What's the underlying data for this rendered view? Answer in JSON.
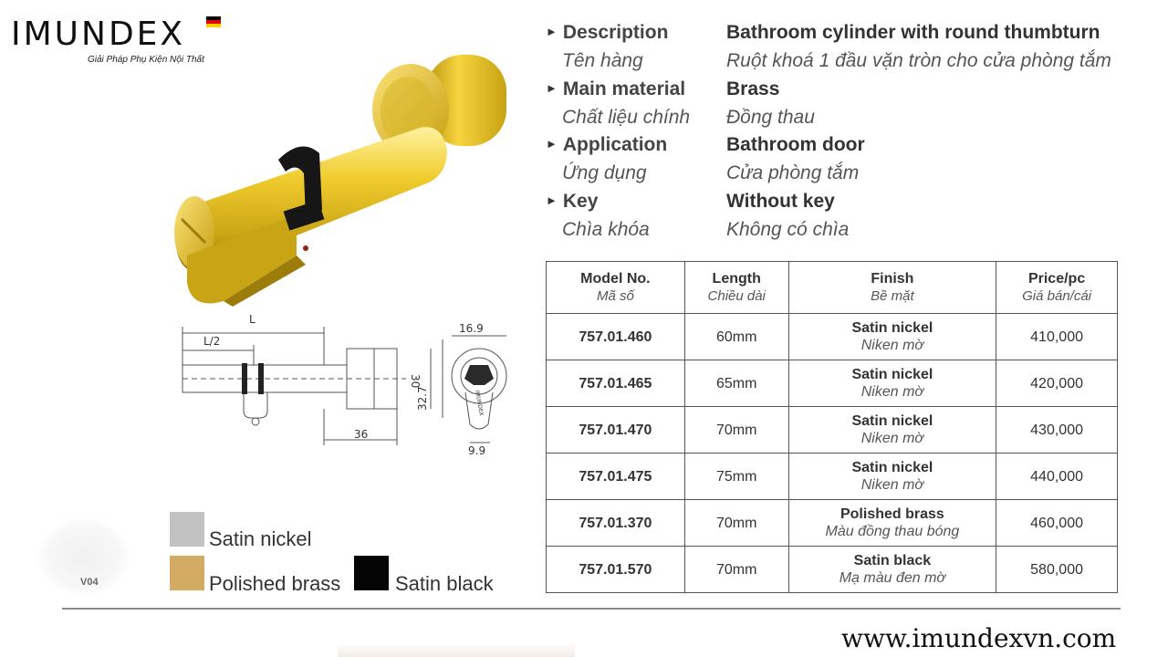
{
  "brand": {
    "name": "IMUNDEX",
    "tagline": "Giải Pháp Phụ Kiện Nội Thất",
    "flag_colors": [
      "#000000",
      "#dd0000",
      "#ffce00"
    ]
  },
  "specs": [
    {
      "key_en": "Description",
      "key_vi": "Tên hàng",
      "val_en": "Bathroom cylinder with round thumbturn",
      "val_vi": "Ruột khoá 1 đầu vặn tròn cho cửa phòng tắm"
    },
    {
      "key_en": "Main material",
      "key_vi": "Chất liệu chính",
      "val_en": "Brass",
      "val_vi": "Đồng thau"
    },
    {
      "key_en": "Application",
      "key_vi": "Ứng dụng",
      "val_en": "Bathroom door",
      "val_vi": "Cửa phòng tắm"
    },
    {
      "key_en": "Key",
      "key_vi": "Chìa khóa",
      "val_en": "Without key",
      "val_vi": "Không có chìa"
    }
  ],
  "table": {
    "headers": [
      {
        "en": "Model No.",
        "vi": "Mã số"
      },
      {
        "en": "Length",
        "vi": "Chiều dài"
      },
      {
        "en": "Finish",
        "vi": "Bề mặt"
      },
      {
        "en": "Price/pc",
        "vi": "Giá bán/cái"
      }
    ],
    "rows": [
      {
        "model": "757.01.460",
        "length": "60mm",
        "finish_en": "Satin nickel",
        "finish_vi": "Niken mờ",
        "price": "410,000"
      },
      {
        "model": "757.01.465",
        "length": "65mm",
        "finish_en": "Satin nickel",
        "finish_vi": "Niken mờ",
        "price": "420,000"
      },
      {
        "model": "757.01.470",
        "length": "70mm",
        "finish_en": "Satin nickel",
        "finish_vi": "Niken mờ",
        "price": "430,000"
      },
      {
        "model": "757.01.475",
        "length": "75mm",
        "finish_en": "Satin nickel",
        "finish_vi": "Niken mờ",
        "price": "440,000"
      },
      {
        "model": "757.01.370",
        "length": "70mm",
        "finish_en": "Polished brass",
        "finish_vi": "Màu đồng thau bóng",
        "price": "460,000"
      },
      {
        "model": "757.01.570",
        "length": "70mm",
        "finish_en": "Satin black",
        "finish_vi": "Mạ màu đen mờ",
        "price": "580,000"
      }
    ]
  },
  "drawing": {
    "label_L": "L",
    "label_half": "L/2",
    "label_36": "36",
    "label_30": "30",
    "label_32_7": "32.7",
    "label_16_9": "16.9",
    "label_9_9": "9.9",
    "label_imundex": "IMUNDEX"
  },
  "swatches": [
    {
      "label": "Satin nickel",
      "color": "#c2c2c2"
    },
    {
      "label": "Polished brass",
      "color": "#d4ab62"
    },
    {
      "label": "Satin black",
      "color": "#050505"
    }
  ],
  "thumb_label": "V04",
  "website": "www.imundexvn.com",
  "colors": {
    "brass_light": "#f3d24a",
    "brass_dark": "#a8860f",
    "brass_mid": "#d8b22a"
  }
}
